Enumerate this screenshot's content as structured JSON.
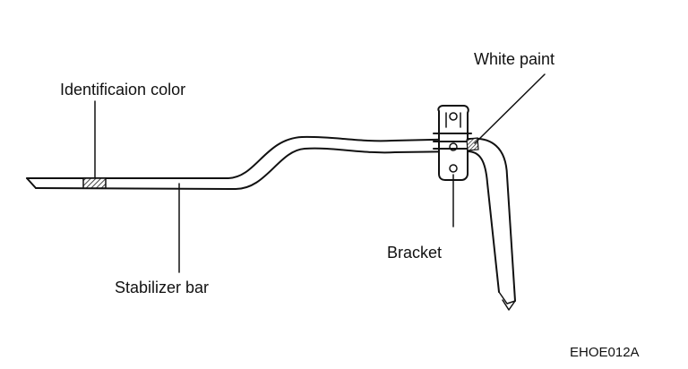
{
  "labels": {
    "identification_color": "Identificaion color",
    "stabilizer_bar": "Stabilizer bar",
    "white_paint": "White paint",
    "bracket": "Bracket",
    "figure_code": "EHOE012A"
  },
  "colors": {
    "line": "#111111",
    "background": "#ffffff",
    "hatch": "#444444"
  }
}
